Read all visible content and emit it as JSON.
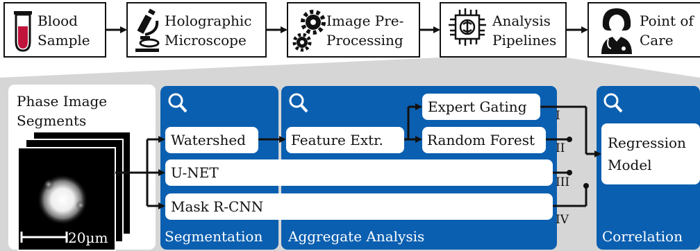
{
  "top_flow": {
    "steps": [
      {
        "icon": "test-tube-icon",
        "line1": "Blood",
        "line2": "Sample"
      },
      {
        "icon": "microscope-icon",
        "line1": "Holographic",
        "line2": "Microscope"
      },
      {
        "icon": "gears-icon",
        "line1": "Image Pre-",
        "line2": "Processing"
      },
      {
        "icon": "ai-chip-icon",
        "line1": "Analysis",
        "line2": "Pipelines"
      },
      {
        "icon": "doctor-icon",
        "line1": "Point of",
        "line2": "Care"
      }
    ]
  },
  "input": {
    "title_line1": "Phase Image",
    "title_line2": "Segments",
    "scale_bar": "20µm"
  },
  "sections": {
    "segmentation": "Segmentation",
    "aggregate": "Aggregate Analysis",
    "correlation": "Correlation"
  },
  "boxes": {
    "watershed": "Watershed",
    "unet": "U-NET",
    "mask_rcnn": "Mask R-CNN",
    "feature_extr": "Feature Extr.",
    "expert_gating": "Expert Gating",
    "random_forest": "Random Forest",
    "regression_line1": "Regression",
    "regression_line2": "Model"
  },
  "pipelines": [
    "I",
    "II",
    "III",
    "IV"
  ],
  "colors": {
    "panel_blue": "#0b5fb0",
    "grey_bg": "#d6d6d6",
    "border": "#111111"
  }
}
